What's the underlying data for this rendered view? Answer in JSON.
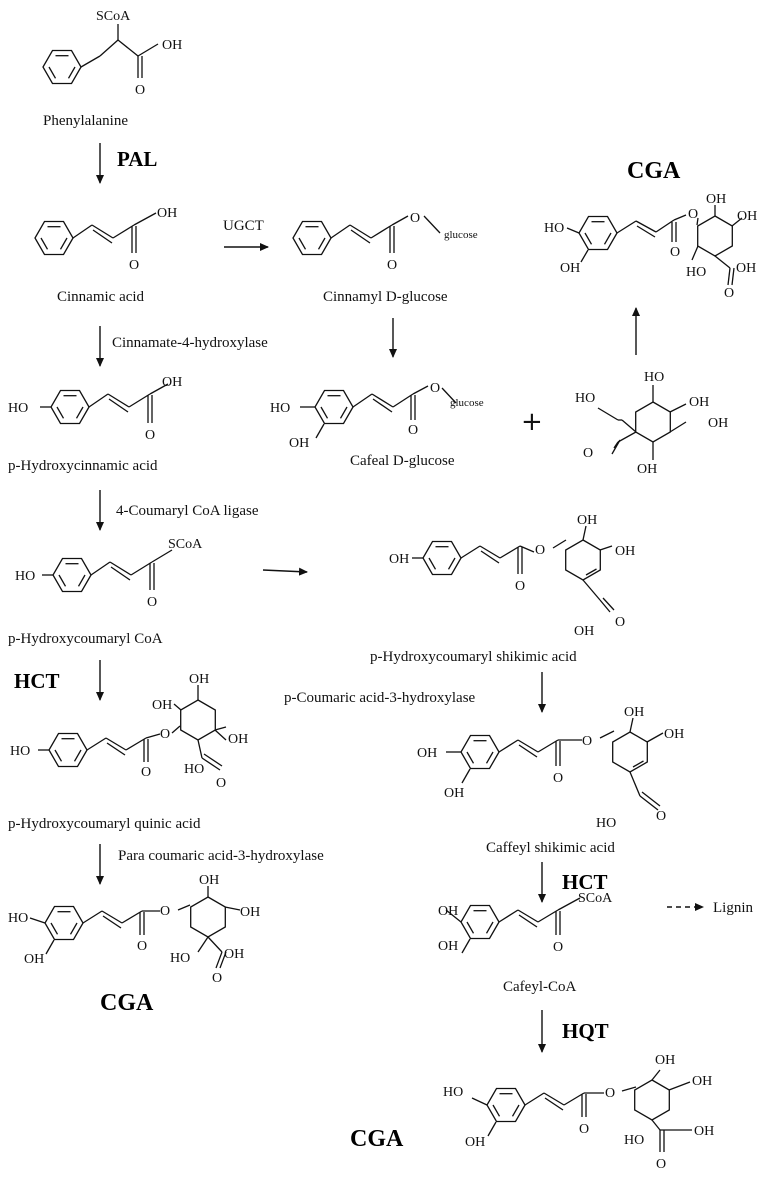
{
  "compounds": {
    "phenylalanine": "Phenylalanine",
    "cinnamic_acid": "Cinnamic acid",
    "cinnamyl_glucose": "Cinnamyl D-glucose",
    "p_hydroxycinnamic": "p-Hydroxycinnamic acid",
    "cafeal_glucose": "Cafeal D-glucose",
    "p_hydroxycoumaryl_coa": "p-Hydroxycoumaryl CoA",
    "p_hydroxycoumaryl_shikimic": "p-Hydroxycoumaryl shikimic acid",
    "p_hydroxycoumaryl_quinic": "p-Hydroxycoumaryl quinic acid",
    "caffeyl_shikimic": "Caffeyl shikimic acid",
    "cafeyl_coa": "Cafeyl-CoA",
    "lignin": "Lignin",
    "cga": "CGA"
  },
  "enzymes": {
    "pal": "PAL",
    "ugct": "UGCT",
    "c4h": "Cinnamate-4-hydroxylase",
    "coa_ligase": "4-Coumaryl CoA ligase",
    "hct": "HCT",
    "c3h": "p-Coumaric acid-3-hydroxylase",
    "para_c3h": "Para coumaric acid-3-hydroxylase",
    "hqt": "HQT"
  },
  "atoms": {
    "scoa": "SCoA",
    "oh": "OH",
    "ho": "HO",
    "o": "O",
    "glucose": "glucose"
  },
  "plus_sign": "+"
}
